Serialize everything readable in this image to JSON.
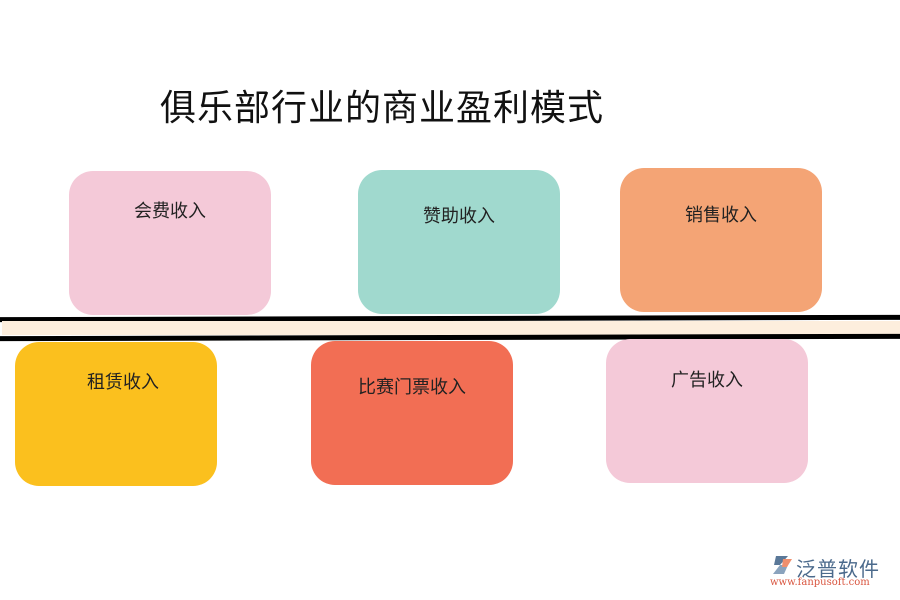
{
  "title": "俱乐部行业的商业盈利模式",
  "top_row": [
    {
      "label": "会费收入",
      "color": "#f4c9d8"
    },
    {
      "label": "赞助收入",
      "color": "#a0d9ce"
    },
    {
      "label": "销售收入",
      "color": "#f4a475"
    }
  ],
  "bottom_row": [
    {
      "label": "租赁收入",
      "color": "#fbc01e"
    },
    {
      "label": "比赛门票收入",
      "color": "#f26e54"
    },
    {
      "label": "广告收入",
      "color": "#f4c9d8"
    }
  ],
  "divider": {
    "border_color": "#000000",
    "fill_color": "#fdeedd"
  },
  "logo": {
    "brand": "泛普软件",
    "url": "www.fanpusoft.com",
    "icon": "fanpu-logo-icon"
  }
}
